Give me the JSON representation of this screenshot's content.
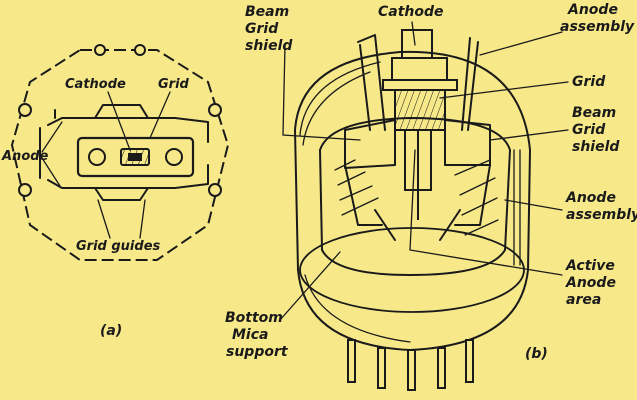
{
  "diagram": {
    "panel_a": {
      "caption": "(a)",
      "labels": {
        "cathode": "Cathode",
        "grid": "Grid",
        "anode": "Anode",
        "grid_guides": "Grid guides"
      }
    },
    "panel_b": {
      "caption": "(b)",
      "labels": {
        "beam_grid_shield_top": [
          "Beam",
          "Grid",
          "shield"
        ],
        "cathode": "Cathode",
        "anode_assembly_top": [
          "Anode",
          "assembly"
        ],
        "grid": "Grid",
        "beam_grid_shield_right": [
          "Beam",
          "Grid",
          "shield"
        ],
        "anode_assembly_right": [
          "Anode",
          "assembly"
        ],
        "active_anode_area": [
          "Active",
          "Anode",
          "area"
        ],
        "bottom_mica_support": [
          "Bottom",
          "Mica",
          "support"
        ]
      }
    },
    "colors": {
      "background": "#f7e98a",
      "ink": "#1a1a1a"
    }
  }
}
